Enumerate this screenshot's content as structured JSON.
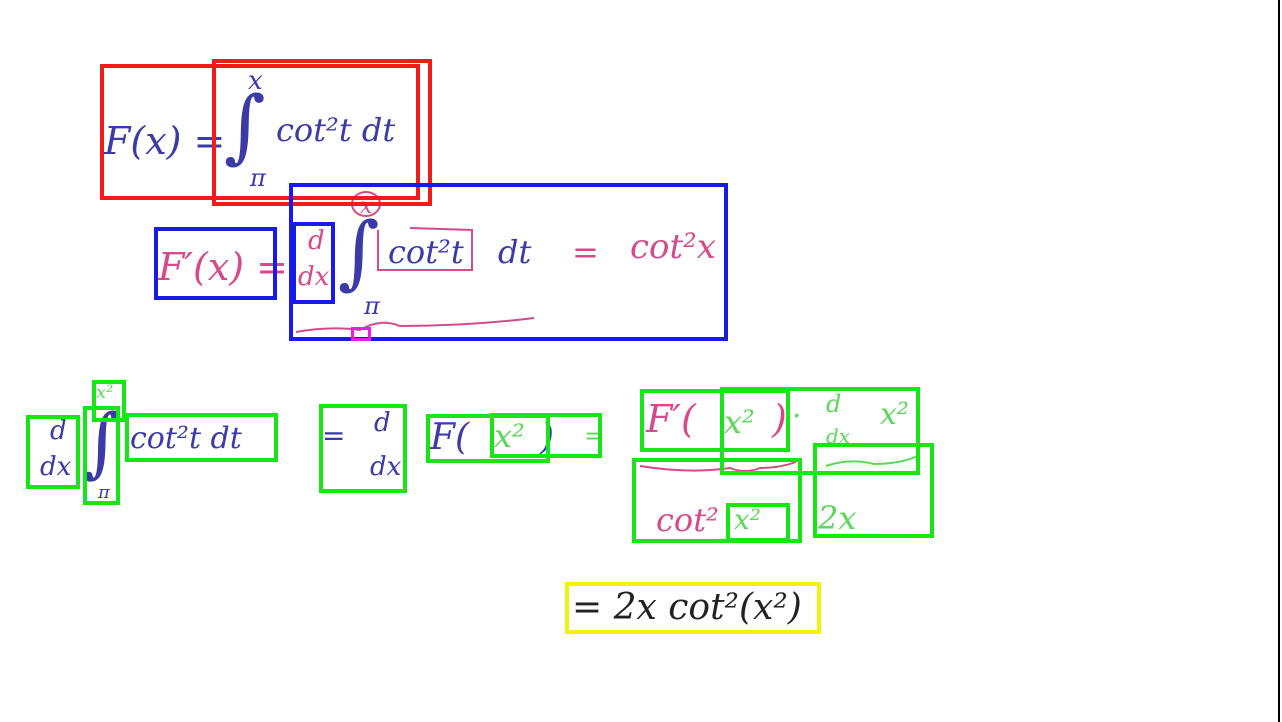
{
  "colors": {
    "ink_blue": "#3a3aa8",
    "ink_pink": "#d64a8a",
    "ink_green": "#5ad85a",
    "ink_black": "#222222",
    "box_red": "#f21a1a",
    "box_blue": "#1a1ae6",
    "box_green": "#16e616",
    "box_yellow": "#f2f20a",
    "box_magenta": "#f01af0"
  },
  "line1": {
    "lhs": "F(x) =",
    "integral_sign": "∫",
    "upper": "x",
    "lower": "π",
    "integrand": "cot²t  dt"
  },
  "line2": {
    "lhs": "F′(x) =",
    "deriv_num": "d",
    "deriv_den": "dx",
    "integral_sign": "∫",
    "upper": "x",
    "lower": "π",
    "integrand": "cot²t",
    "dt": "dt",
    "eq": "=",
    "result": "cot²x"
  },
  "line3": {
    "deriv_num": "d",
    "deriv_den": "dx",
    "integral_sign": "∫",
    "upper": "x²",
    "lower": "π",
    "integrand": "cot²t  dt",
    "eq": "=",
    "deriv2_num": "d",
    "deriv2_den": "dx",
    "F_open": "F(",
    "F_arg": "x²",
    "F_close": ")",
    "eq2": "=",
    "Fprime": "F′(",
    "Fprime_arg": "x²",
    "Fprime_close": ")",
    "dot": "·",
    "chain_num": "d",
    "chain_den": "dx",
    "chain_arg": "x²",
    "cot_part": "cot²",
    "cot_arg": "x²",
    "two_x": "2x"
  },
  "answer": "= 2x cot²(x²)"
}
